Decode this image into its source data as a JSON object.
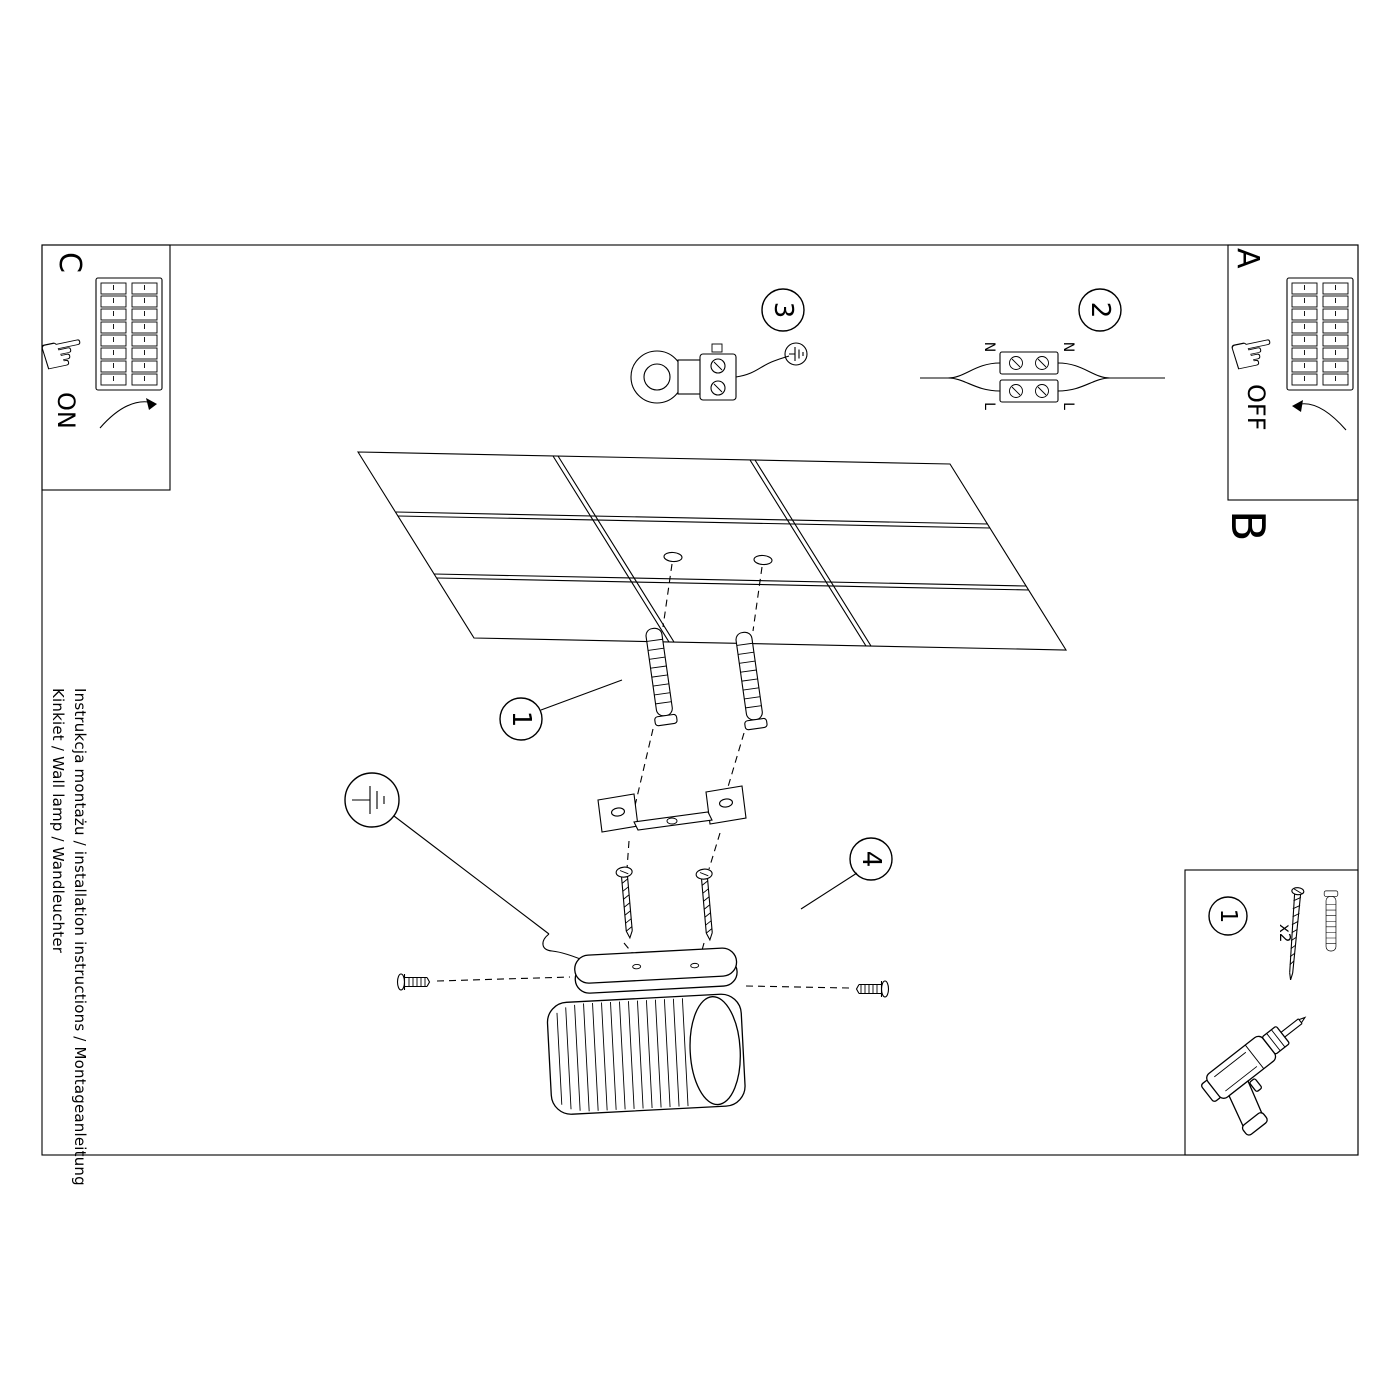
{
  "sheet": {
    "title_instructions": "Instrukcja montażu / installation instructions / Montageanleitung",
    "title_product": "Kinkiet / Wall lamp / Wandleuchter"
  },
  "sections": {
    "a_label": "A",
    "b_label": "B",
    "c_label": "C",
    "off_label": "OFF",
    "on_label": "ON"
  },
  "steps": {
    "s1": "1",
    "s2": "2",
    "s3": "3",
    "s4": "4"
  },
  "legend": {
    "step_number": "1",
    "quantity": "x2"
  },
  "wiring": {
    "n_left": "N",
    "l_left": "L",
    "n_right": "N",
    "l_right": "L"
  },
  "icons": {
    "hand": "☞"
  },
  "colors": {
    "line": "#000000",
    "paper": "#ffffff"
  }
}
